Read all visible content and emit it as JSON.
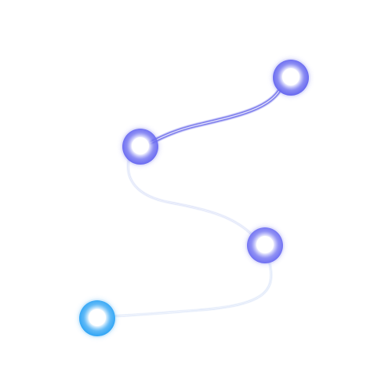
{
  "diagram": {
    "type": "node-path",
    "nodes": [
      {
        "id": "node-1",
        "color": "#6b6cf0",
        "core": "#ffffff"
      },
      {
        "id": "node-2",
        "color": "#6e6ff1",
        "core": "#ffffff"
      },
      {
        "id": "node-3",
        "color": "#7374f2",
        "core": "#ffffff"
      },
      {
        "id": "node-4",
        "color": "#35a7f5",
        "core": "#ffffff"
      }
    ],
    "edges": [
      {
        "from": "node-1",
        "to": "node-2",
        "emphasis": "strong",
        "color": "#5b5be8"
      },
      {
        "from": "node-2",
        "to": "node-3",
        "emphasis": "faint",
        "color": "#c9d3f5"
      },
      {
        "from": "node-3",
        "to": "node-4",
        "emphasis": "faint",
        "color": "#c9d8f5"
      }
    ]
  }
}
